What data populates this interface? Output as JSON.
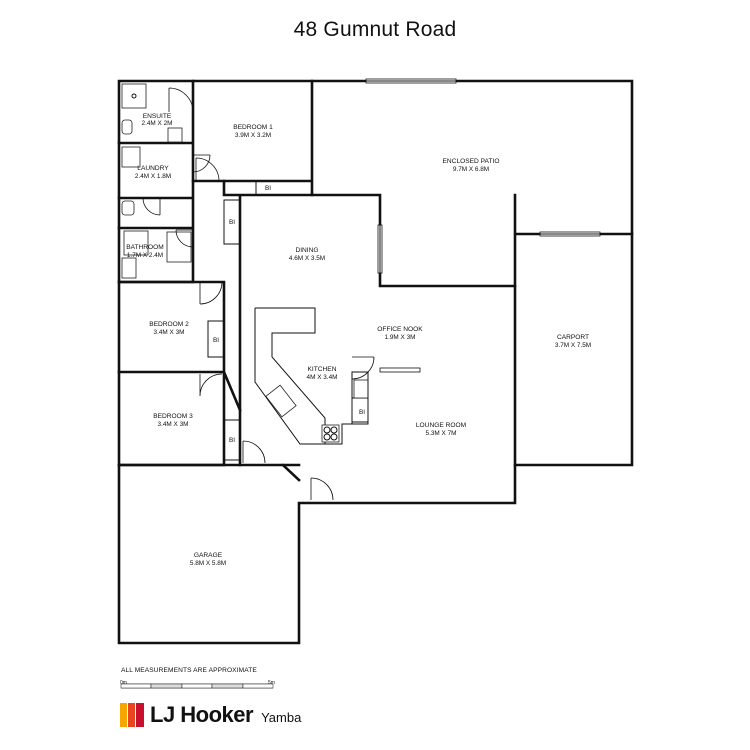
{
  "title": "48 Gumnut Road",
  "rooms": [
    {
      "id": "ensuite",
      "name": "ENSUITE",
      "dims": "2.4M X 2M"
    },
    {
      "id": "bedroom-1",
      "name": "BEDROOM 1",
      "dims": "3.9M X 3.2M"
    },
    {
      "id": "enclosed-patio",
      "name": "ENCLOSED PATIO",
      "dims": "9.7M X 6.8M"
    },
    {
      "id": "laundry",
      "name": "LAUNDRY",
      "dims": "2.4M X 1.8M"
    },
    {
      "id": "bathroom",
      "name": "BATHROOM",
      "dims": "1.7M X 2.4M"
    },
    {
      "id": "dining",
      "name": "DINING",
      "dims": "4.6M X 3.5M"
    },
    {
      "id": "bedroom-2",
      "name": "BEDROOM 2",
      "dims": "3.4M X 3M"
    },
    {
      "id": "office-nook",
      "name": "OFFICE NOOK",
      "dims": "1.9M X 3M"
    },
    {
      "id": "carport",
      "name": "CARPORT",
      "dims": "3.7M X 7.5M"
    },
    {
      "id": "kitchen",
      "name": "KITCHEN",
      "dims": "4M X 3.4M"
    },
    {
      "id": "bedroom-3",
      "name": "BEDROOM 3",
      "dims": "3.4M X 3M"
    },
    {
      "id": "lounge-room",
      "name": "LOUNGE ROOM",
      "dims": "5.3M X 7M"
    },
    {
      "id": "garage",
      "name": "GARAGE",
      "dims": "5.8M X 5.8M"
    }
  ],
  "built_in_label": "BI",
  "disclaimer": "ALL MEASUREMENTS ARE APPROXIMATE",
  "scale": {
    "start": "0m",
    "end": "5m"
  },
  "logo": {
    "brand": "LJ Hooker",
    "office": "Yamba",
    "colors": [
      "#f7a600",
      "#e8451e",
      "#c8102e"
    ]
  }
}
